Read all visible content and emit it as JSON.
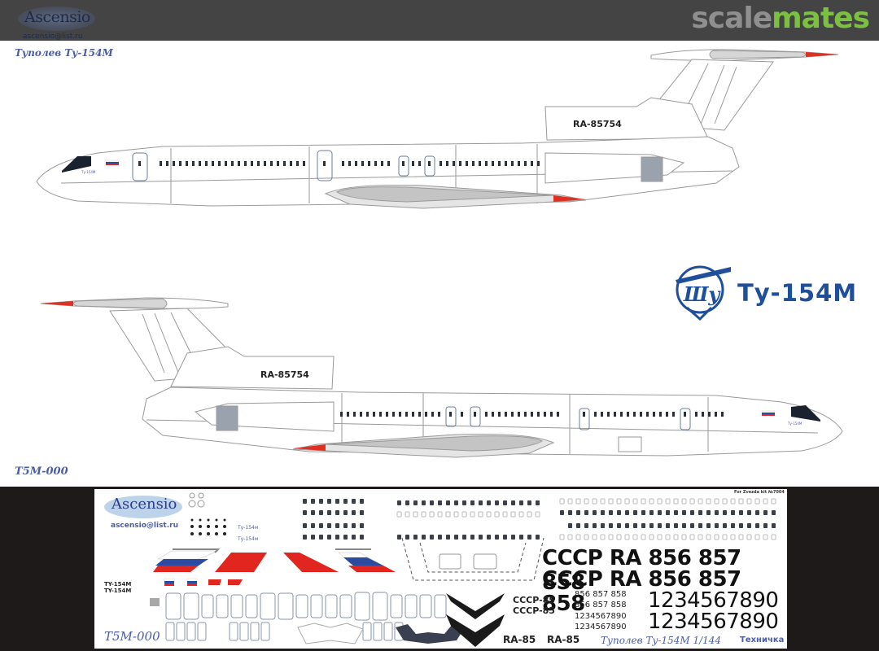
{
  "header": {
    "brand": "Ascensio",
    "brand_email": "ascensio@list.ru",
    "site_logo": {
      "part1": "scale",
      "part2": "mates",
      "color1": "#8f8f8f",
      "color2": "#7cc043"
    },
    "bar_color": "#444444"
  },
  "profiles": {
    "title": "Туполев Ту-154М",
    "sheet_code": "Т5М-000",
    "aircraft_registration": "RA-85754",
    "nose_label": "Ту-154М"
  },
  "type_logo": {
    "icon": "tupolev-emblem-icon",
    "text": "Ту-154М",
    "color": "#1f4f9a"
  },
  "decal_sheet": {
    "brand": "Ascensio",
    "email": "ascensio@list.ru",
    "for_kit": "For Zvezda kit №7004",
    "type_labels": [
      "TY-154M",
      "TY-154M"
    ],
    "nose_labels": [
      "Ту-154м",
      "Ту-154м"
    ],
    "registrations_large": [
      "CCCP RA 856 857 858",
      "CCCP RA 856 857 858"
    ],
    "digits_large": [
      "1234567890",
      "1234567890"
    ],
    "registrations_small": [
      "CCCP-85",
      "CCCP-85"
    ],
    "numbers_small": [
      "856 857 858",
      "856 857 858",
      "1234567890",
      "1234567890"
    ],
    "tail_codes": [
      "RA-85",
      "RA-85"
    ],
    "sheet_code": "Т5М-000",
    "footer_title": "Туполев Ту-154М 1/144",
    "footer_tech": "Техничка",
    "flag_colors": {
      "white": "#ffffff",
      "blue": "#2b4aa0",
      "red": "#e0261f"
    }
  }
}
